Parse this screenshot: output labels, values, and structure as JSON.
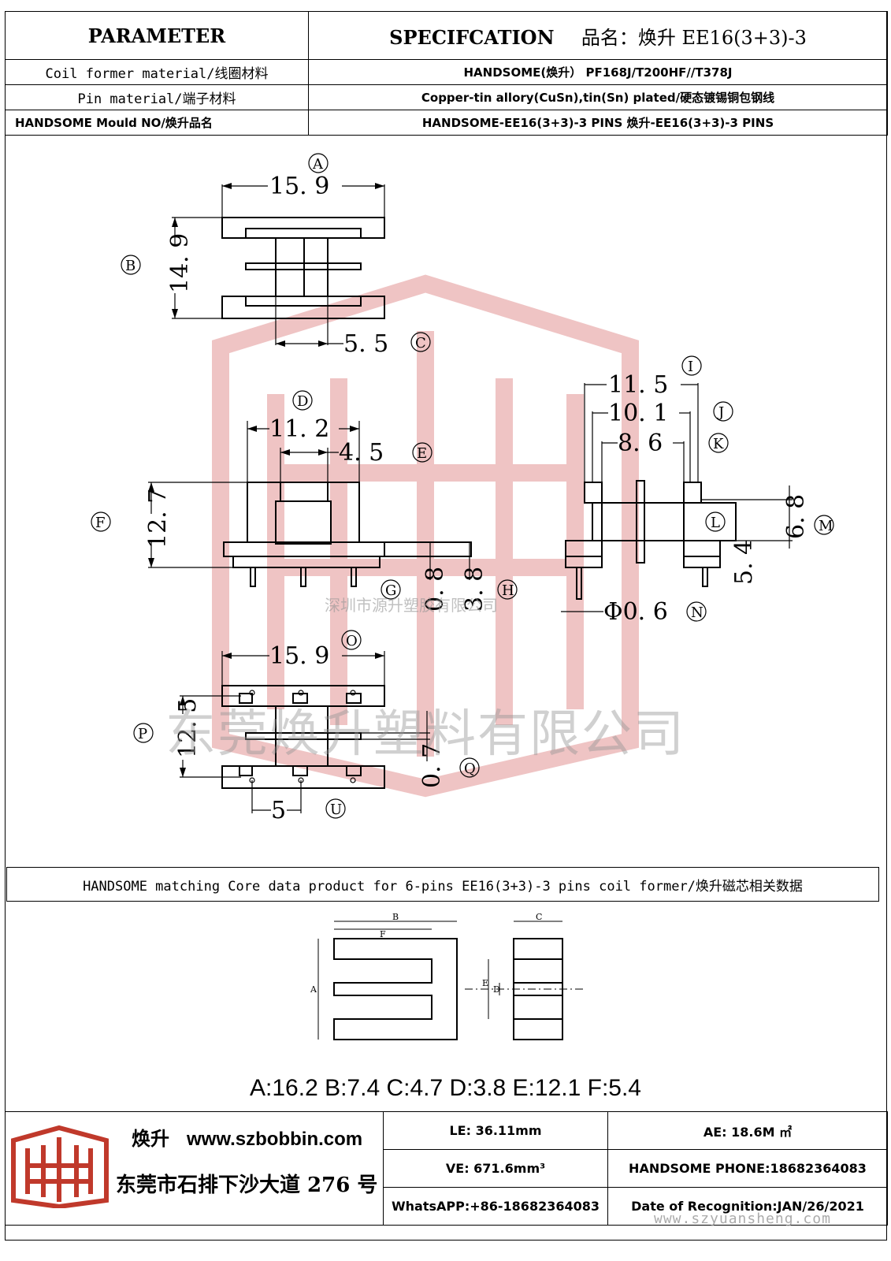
{
  "header": {
    "parameter": "PARAMETER",
    "specification": "SPECIFCATION",
    "product_name": "品名：焕升 EE16(3+3)-3"
  },
  "rows": [
    {
      "label": "Coil former material/线圈材料",
      "value": "HANDSOME(焕升）   PF168J/T200HF//T378J"
    },
    {
      "label": "Pin material/端子材料",
      "value": "Copper-tin allory(CuSn),tin(Sn) plated/硬态镀锡铜包钢线"
    },
    {
      "label": "HANDSOME Mould NO/焕升品名",
      "value": "HANDSOME-EE16(3+3)-3 PINS    焕升-EE16(3+3)-3 PINS"
    }
  ],
  "dimensions": {
    "A": "15. 9",
    "B": "14. 9",
    "C": "5. 5",
    "D": "11. 2",
    "E": "4. 5",
    "F": "12. 7",
    "G": "0. 8",
    "H": "3. 8",
    "I": "11. 5",
    "J": "10. 1",
    "K": "8. 6",
    "L": "",
    "M": "6. 8",
    "L2": "5. 4",
    "N": "Φ0. 6",
    "O": "15. 9",
    "P": "12. 5",
    "Q": "0. 7",
    "U": "5"
  },
  "labels": {
    "A": "A",
    "B": "B",
    "C": "C",
    "D": "D",
    "E": "E",
    "F": "F",
    "G": "G",
    "H": "H",
    "I": "I",
    "J": "J",
    "K": "K",
    "L": "L",
    "M": "M",
    "N": "N",
    "O": "O",
    "P": "P",
    "Q": "Q",
    "U": "U"
  },
  "core_bar": "HANDSOME matching Core data  product for 6-pins EE16(3+3)-3 pins coil former/焕升磁芯相关数据",
  "core_letters": {
    "A": "A",
    "B": "B",
    "C": "C",
    "D": "D",
    "E": "E",
    "F": "F"
  },
  "core_dims": "A:16.2 B:7.4 C:4.7 D:3.8 E:12.1 F:5.4",
  "watermark": {
    "big": "东莞焕升塑料有限公司",
    "small": "深圳市源升塑胶有限公司",
    "url": "www.szyuansheng.com"
  },
  "bottom": {
    "brand_name": "焕升",
    "brand_url": "www.szbobbin.com",
    "address": "东莞市石排下沙大道 276 号",
    "le": "LE: 36.11mm",
    "ae": "AE: 18.6M ㎡",
    "ve": "VE: 671.6mm³",
    "phone": "HANDSOME PHONE:18682364083",
    "whatsapp": "WhatsAPP:+86-18682364083",
    "date": "Date of Recognition:JAN/26/2021"
  },
  "colors": {
    "watermark_red": "#e8b4b4",
    "line": "#000000"
  }
}
